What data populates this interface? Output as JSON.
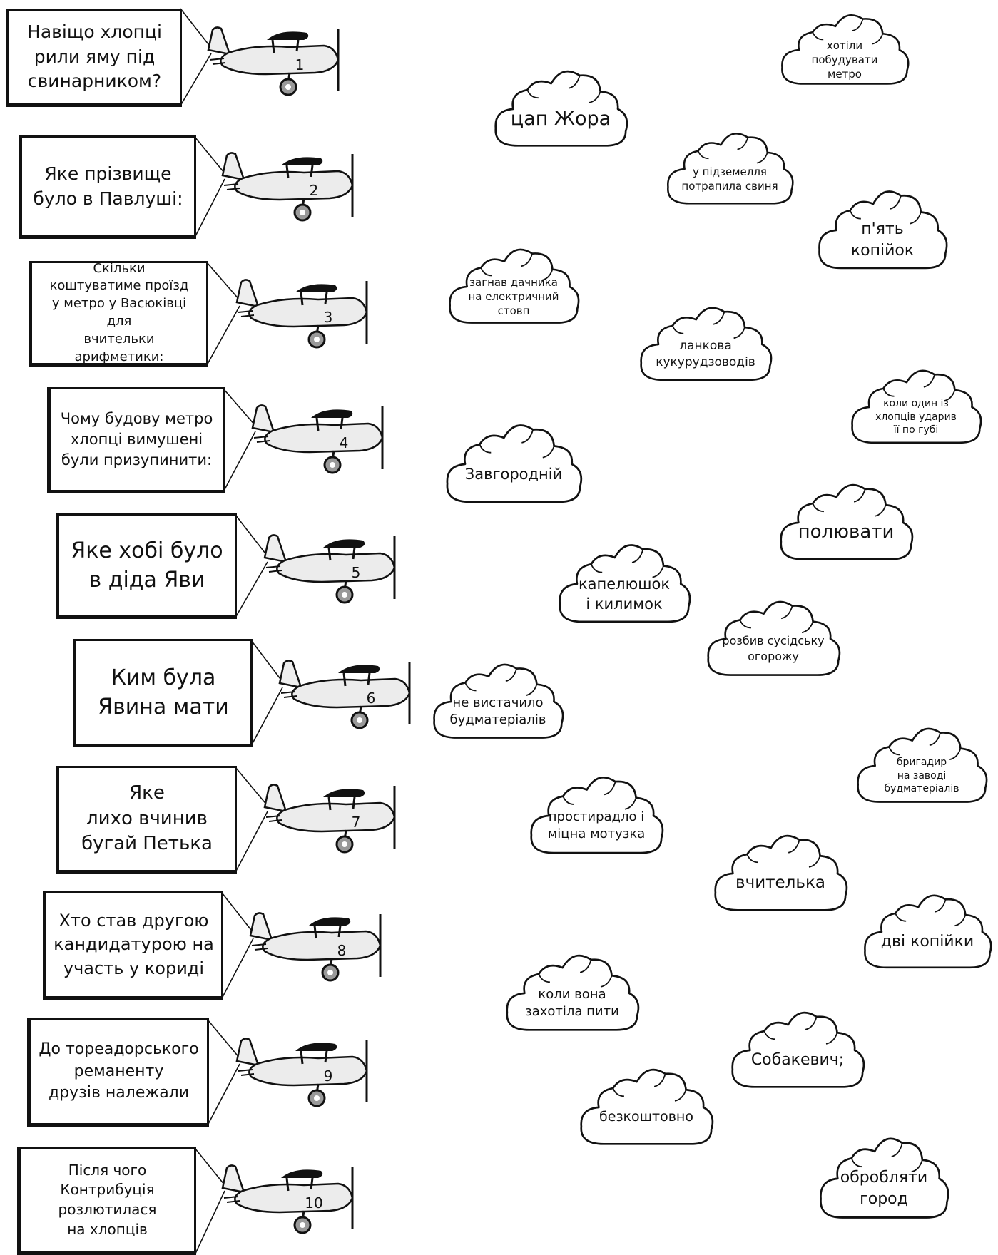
{
  "questions": [
    {
      "text": "Навіщо хлопці\nрили яму під\nсвинарником?",
      "number": "1"
    },
    {
      "text": "Яке прізвище\nбуло в Павлуші:",
      "number": "2"
    },
    {
      "text": "Скільки\nкоштуватиме проїзд\nу метро у Васюківці для\nвчительки арифметики:",
      "number": "3"
    },
    {
      "text": "Чому будову метро\nхлопці вимушені\nбули призупинити:",
      "number": "4"
    },
    {
      "text": "Яке хобі було\nв діда Яви",
      "number": "5"
    },
    {
      "text": "Ким була\nЯвина мати",
      "number": "6"
    },
    {
      "text": "Яке\nлихо вчинив\nбугай Петька",
      "number": "7"
    },
    {
      "text": "Хто став другою\nкандидатурою на\nучасть у кориді",
      "number": "8"
    },
    {
      "text": "До тореадорського\nреманенту\nдрузів належали",
      "number": "9"
    },
    {
      "text": "Після чого\nКонтрибуція\nрозлютилася\nна хлопців",
      "number": "10"
    }
  ],
  "answers": [
    "хотіли\nпобудувати\nметро",
    "цап Жора",
    "у підземелля\nпотрапила свиня",
    "п'ять\nкопійок",
    "загнав дачника\nна електричний\nстовп",
    "ланкова\nкукурудзоводів",
    "коли один із\nхлопців ударив\nїї по губі",
    "Завгородній",
    "полювати",
    "капелюшок\nі килимок",
    "розбив сусідську\nогорожу",
    "не вистачило\nбудматеріалів",
    "бригадир\nна заводі\nбудматеріалів",
    "простирадло і\nміцна мотузка",
    "вчителька",
    "дві копійки",
    "коли вона\nзахотіла пити",
    "Собакевич;",
    "безкоштовно",
    "обробляти\nгород"
  ]
}
